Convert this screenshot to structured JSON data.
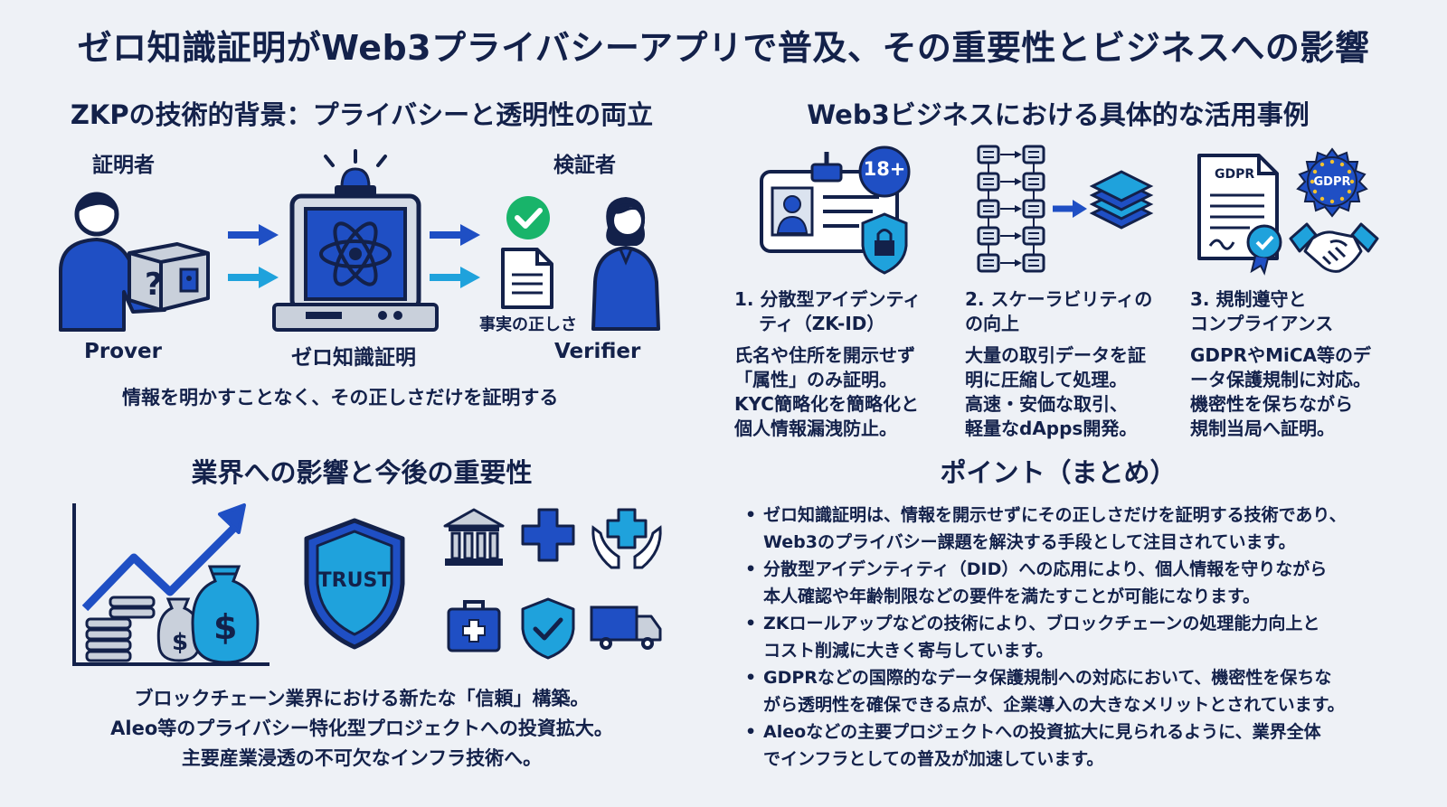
{
  "title": "ゼロ知識証明がWeb3プライバシーアプリで普及、その重要性とビジネスへの影響",
  "tech": {
    "title": "ZKPの技術的背景：プライバシーと透明性の両立",
    "prover_label_jp": "証明者",
    "prover_label_en": "Prover",
    "verifier_label_jp": "検証者",
    "verifier_label_en": "Verifier",
    "machine_label": "ゼロ知識証明",
    "doc_label": "事実の正しさ",
    "caption": "情報を明かすことなく、その正しさだけを証明する"
  },
  "cases": {
    "title": "Web3ビジネスにおける具体的な活用事例",
    "age_badge": "18+",
    "gdpr_doc": "GDPR",
    "gdpr_seal": "GDPR",
    "items": [
      {
        "title_lines": [
          "1. 分散型アイデンティ",
          "　 ティ（ZK-ID）"
        ],
        "body_lines": [
          "氏名や住所を開示せず",
          "「属性」のみ証明。",
          "KYC簡略化を簡略化と",
          "個人情報漏洩防止。"
        ]
      },
      {
        "title_lines": [
          "2. スケーラビリティの",
          "の向上"
        ],
        "body_lines": [
          "大量の取引データを証",
          "明に圧縮して処理。",
          "高速・安価な取引、",
          "軽量なdApps開発。"
        ]
      },
      {
        "title_lines": [
          "3. 規制遵守と",
          "コンプライアンス"
        ],
        "body_lines": [
          "GDPRやMiCA等のデ",
          "ータ保護規制に対応。",
          "機密性を保ちながら",
          "規制当局へ証明。"
        ]
      }
    ]
  },
  "impact": {
    "title": "業界への影響と今後の重要性",
    "shield_text": "TRUST",
    "lines": [
      "ブロックチェーン業界における新たな「信頼」構築。",
      "Aleo等のプライバシー特化型プロジェクトへの投資拡大。",
      "主要産業浸透の不可欠なインフラ技術へ。"
    ]
  },
  "points": {
    "title": "ポイント（まとめ）",
    "items": [
      [
        "ゼロ知識証明は、情報を開示せずにその正しさだけを証明する技術であり、",
        "Web3のプライバシー課題を解決する手段として注目されています。"
      ],
      [
        "分散型アイデンティティ（DID）への応用により、個人情報を守りながら",
        "本人確認や年齢制限などの要件を満たすことが可能になります。"
      ],
      [
        "ZKロールアップなどの技術により、ブロックチェーンの処理能力向上と",
        "コスト削減に大きく寄与しています。"
      ],
      [
        "GDPRなどの国際的なデータ保護規制への対応において、機密性を保ちな",
        "がら透明性を確保できる点が、企業導入の大きなメリットとされています。"
      ],
      [
        "Aleoなどの主要プロジェクトへの投資拡大に見られるように、業界全体",
        "でインフラとしての普及が加速しています。"
      ]
    ]
  },
  "colors": {
    "navy": "#13214a",
    "blue": "#1f4fc4",
    "cyan": "#1fa2dc",
    "green": "#18b46a",
    "grey": "#c9d0db"
  }
}
